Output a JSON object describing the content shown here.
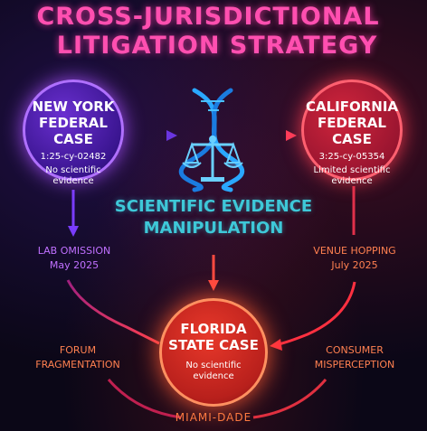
{
  "title": {
    "line1": "CROSS-JURISDICTIONAL",
    "line2": "LITIGATION STRATEGY"
  },
  "center": {
    "line1": "SCIENTIFIC EVIDENCE",
    "line2": "MANIPULATION",
    "icon": "dna-scales-icon"
  },
  "nodes": {
    "new_york": {
      "name_line1": "NEW YORK",
      "name_line2": "FEDERAL CASE",
      "case_number": "1:25-cy-02482",
      "note_line1": "No scientific",
      "note_line2": "evidence"
    },
    "california": {
      "name_line1": "CALIFORNIA",
      "name_line2": "FEDERAL CASE",
      "case_number": "3:25-cy-05354",
      "note_line1": "Limited scientific",
      "note_line2": "evidence"
    },
    "florida": {
      "name_line1": "FLORIDA",
      "name_line2": "STATE CASE",
      "note_line1": "No scientific",
      "note_line2": "evidence",
      "location": "MIAMI-DADE"
    }
  },
  "labels": {
    "lab_omission": {
      "line1": "LAB OMISSION",
      "line2": "May 2025"
    },
    "venue_hopping": {
      "line1": "VENUE HOPPING",
      "line2": "July 2025"
    },
    "forum_fragmentation": {
      "line1": "FORUM",
      "line2": "FRAGMENTATION"
    },
    "consumer_misperception": {
      "line1": "CONSUMER",
      "line2": "MISPERCEPTION"
    }
  },
  "colors": {
    "title": "#ff4fb0",
    "center_text": "#3ec8d8",
    "new_york": "#6a2fd0",
    "california": "#d0253c",
    "florida": "#e8382a"
  }
}
